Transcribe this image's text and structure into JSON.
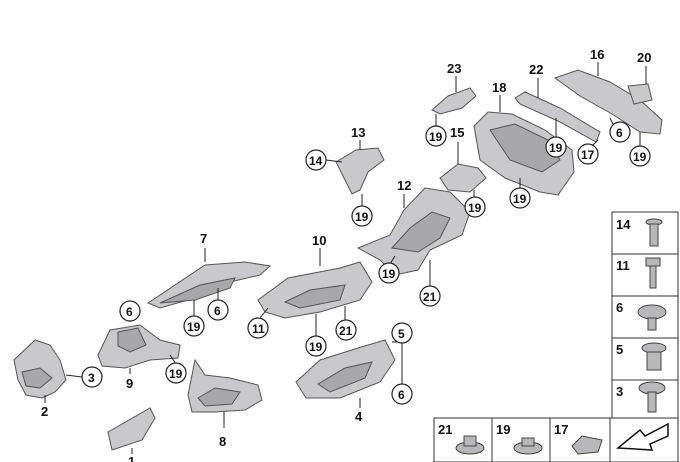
{
  "part_labels": [
    "2",
    "3",
    "6",
    "9",
    "19",
    "7",
    "6",
    "19",
    "8",
    "1",
    "11",
    "10",
    "21",
    "19",
    "5",
    "6",
    "4",
    "14",
    "13",
    "19",
    "12",
    "19",
    "21",
    "15",
    "19",
    "23",
    "19",
    "18",
    "19",
    "19",
    "22",
    "17",
    "6",
    "16",
    "20",
    "19"
  ],
  "legend": {
    "side": [
      "14",
      "11",
      "6",
      "5",
      "3"
    ],
    "bottom": [
      "21",
      "19",
      "17"
    ]
  }
}
